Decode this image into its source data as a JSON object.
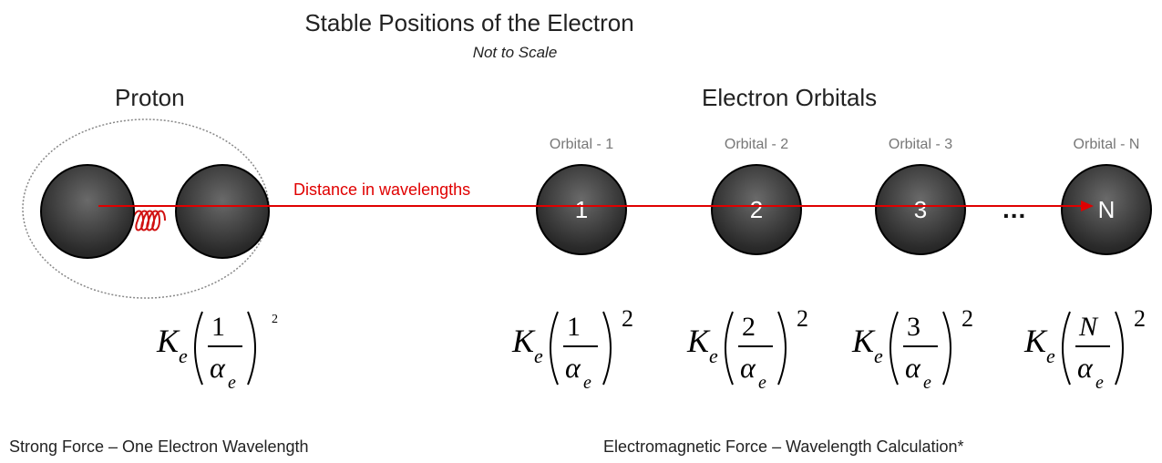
{
  "title": "Stable Positions of the Electron",
  "subtitle": "Not to Scale",
  "proton_label": "Proton",
  "orbitals_label": "Electron Orbitals",
  "arrow_label": "Distance in wavelengths",
  "ellipsis": "...",
  "orbitals": [
    {
      "label": "Orbital - 1",
      "number": "1"
    },
    {
      "label": "Orbital - 2",
      "number": "2"
    },
    {
      "label": "Orbital - 3",
      "number": "3"
    },
    {
      "label": "Orbital - N",
      "number": "N"
    }
  ],
  "formulas": [
    {
      "K": "K",
      "sub": "e",
      "num": "1",
      "alpha": "α",
      "alpha_sub": "e",
      "exp": "2"
    },
    {
      "K": "K",
      "sub": "e",
      "num": "1",
      "alpha": "α",
      "alpha_sub": "e",
      "exp": "2"
    },
    {
      "K": "K",
      "sub": "e",
      "num": "2",
      "alpha": "α",
      "alpha_sub": "e",
      "exp": "2"
    },
    {
      "K": "K",
      "sub": "e",
      "num": "3",
      "alpha": "α",
      "alpha_sub": "e",
      "exp": "2"
    },
    {
      "K": "K",
      "sub": "e",
      "num": "N",
      "alpha": "α",
      "alpha_sub": "e",
      "exp": "2"
    }
  ],
  "caption_left": "Strong Force – One Electron Wavelength",
  "caption_right": "Electromagnetic Force – Wavelength Calculation*",
  "colors": {
    "arrow": "#e00000",
    "spring": "#d01010",
    "ellipse": "#888888"
  }
}
